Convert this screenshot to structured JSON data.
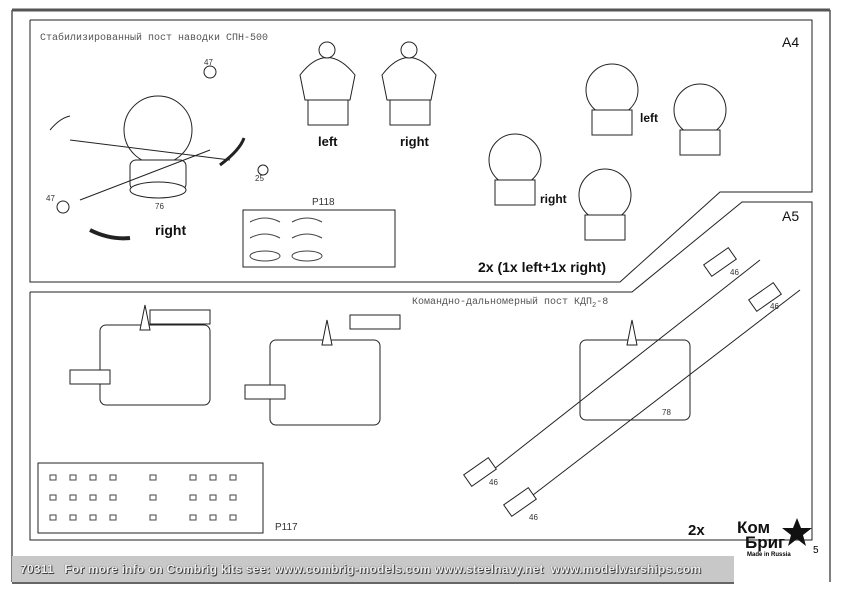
{
  "sections": {
    "a4": {
      "label": "A4",
      "title": "Стабилизированный пост наводки СПН-500",
      "view_left": "left",
      "view_right": "right",
      "main_view": "right",
      "assembled_left": "left",
      "assembled_right": "right",
      "quantity": "2x (1x left+1x right)",
      "etch_ref": "P118",
      "parts": [
        "47",
        "25",
        "76",
        "47"
      ]
    },
    "a5": {
      "label": "A5",
      "title": "Командно-дальномерный пост КДП",
      "title_sub": "2",
      "title_suffix": "-8",
      "quantity": "2x",
      "etch_ref": "P117",
      "parts": [
        "46",
        "46",
        "78",
        "46",
        "46"
      ]
    }
  },
  "footer": {
    "text": "70311   For more info on Combrig kits see: www.combrig-models.com www.steelnavy.net  www.modelwarships.com",
    "page_number": "5",
    "logo": {
      "line1": "Ком",
      "line2": "Бриг",
      "tagline": "Made in Russia"
    }
  }
}
